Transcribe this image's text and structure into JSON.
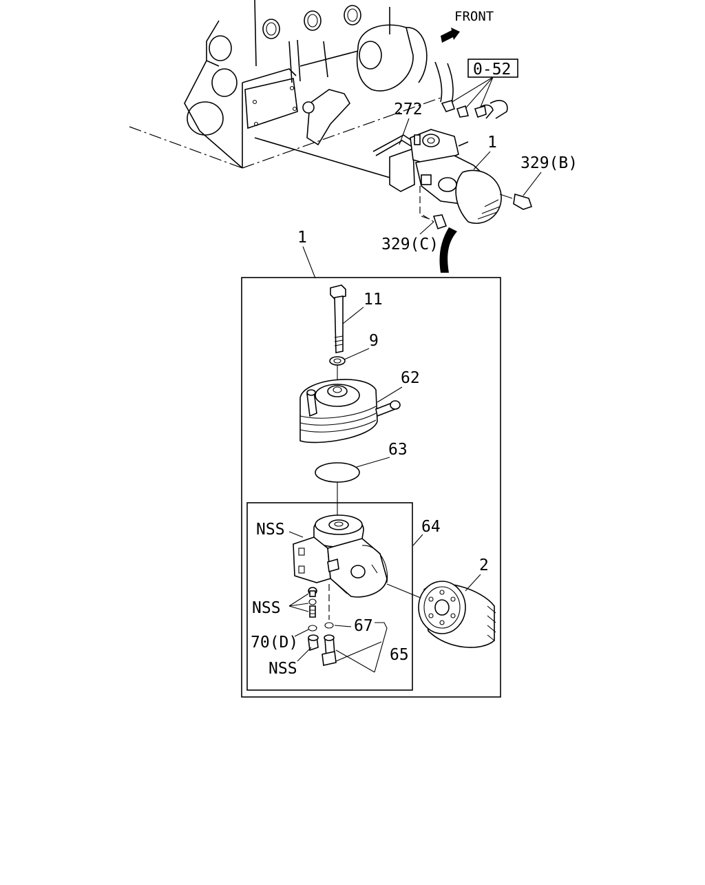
{
  "front_label": "FRONT",
  "reference_box": "0-52",
  "labels": {
    "p272": "272",
    "p1_top": "1",
    "p329b": "329(B)",
    "p329c": "329(C)",
    "p1_box": "1",
    "p11": "11",
    "p9": "9",
    "p62": "62",
    "p63": "63",
    "p64": "64",
    "p2": "2",
    "nss_a": "NSS",
    "nss_b": "NSS",
    "nss_c": "NSS",
    "p67": "67",
    "p70d": "70(D)",
    "p65": "65"
  }
}
